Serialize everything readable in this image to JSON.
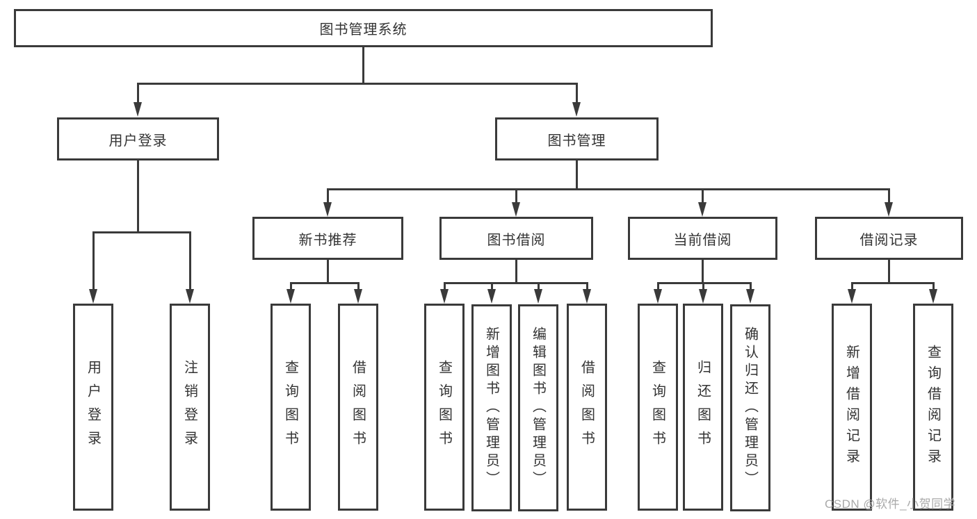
{
  "diagram": {
    "root": {
      "label": "图书管理系统"
    },
    "level2": [
      {
        "id": "user-login",
        "label": "用户登录"
      },
      {
        "id": "book-management",
        "label": "图书管理"
      }
    ],
    "level3": [
      {
        "id": "new-book-recommend",
        "label": "新书推荐"
      },
      {
        "id": "book-borrow",
        "label": "图书借阅"
      },
      {
        "id": "current-borrow",
        "label": "当前借阅"
      },
      {
        "id": "borrow-records",
        "label": "借阅记录"
      }
    ],
    "leaves": [
      {
        "group": "user-login",
        "label": "用户登录"
      },
      {
        "group": "user-login",
        "label": "注销登录"
      },
      {
        "group": "new-book-recommend",
        "label": "查询图书"
      },
      {
        "group": "new-book-recommend",
        "label": "借阅图书"
      },
      {
        "group": "book-borrow",
        "label": "查询图书"
      },
      {
        "group": "book-borrow",
        "label": "新增图书（管理员）"
      },
      {
        "group": "book-borrow",
        "label": "编辑图书（管理员）"
      },
      {
        "group": "book-borrow",
        "label": "借阅图书"
      },
      {
        "group": "current-borrow",
        "label": "查询图书"
      },
      {
        "group": "current-borrow",
        "label": "归还图书"
      },
      {
        "group": "current-borrow",
        "label": "确认归还（管理员）"
      },
      {
        "group": "borrow-records",
        "label": "新增借阅记录"
      },
      {
        "group": "borrow-records",
        "label": "查询借阅记录"
      }
    ]
  },
  "watermark": {
    "text": "CSDN @软件_小贺同学"
  },
  "colors": {
    "line": "#3a3a3a",
    "text": "#333333",
    "background": "#ffffff",
    "watermark": "#a9a9a9"
  }
}
